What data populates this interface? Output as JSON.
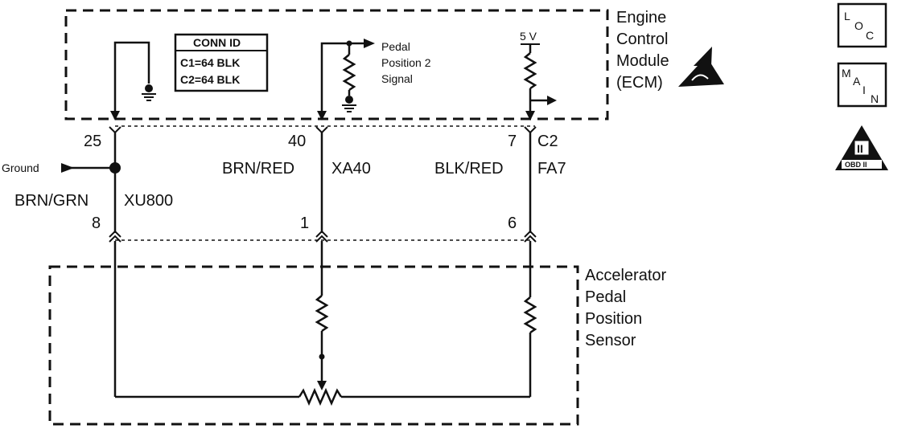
{
  "ecm": {
    "title_lines": [
      "Engine",
      "Control",
      "Module",
      "(ECM)"
    ],
    "conn_id": {
      "header": "CONN ID",
      "rows": [
        "C1=64 BLK",
        "C2=64 BLK"
      ]
    },
    "signal_lines": [
      "Pedal",
      "Position 2",
      "Signal"
    ],
    "voltage": "5 V"
  },
  "pins_top": [
    {
      "number": "25"
    },
    {
      "number": "40"
    },
    {
      "number": "7"
    }
  ],
  "connector_top": "C2",
  "ground_label": "Ground",
  "wires": [
    {
      "color": "BRN/GRN",
      "circuit": "XU800"
    },
    {
      "color": "BRN/RED",
      "circuit": "XA40"
    },
    {
      "color": "BLK/RED",
      "circuit": "FA7"
    }
  ],
  "pins_bottom": [
    {
      "number": "8"
    },
    {
      "number": "1"
    },
    {
      "number": "6"
    }
  ],
  "sensor": {
    "title_lines": [
      "Accelerator",
      "Pedal",
      "Position",
      "Sensor"
    ]
  },
  "side_icons": [
    {
      "name": "loc-icon",
      "glyphs": [
        "L",
        "O",
        "C"
      ]
    },
    {
      "name": "main-icon",
      "glyphs": [
        "M",
        "A",
        "I",
        "N"
      ]
    },
    {
      "name": "obd-ii-icon",
      "label": "OBD II",
      "mark": "II"
    }
  ]
}
